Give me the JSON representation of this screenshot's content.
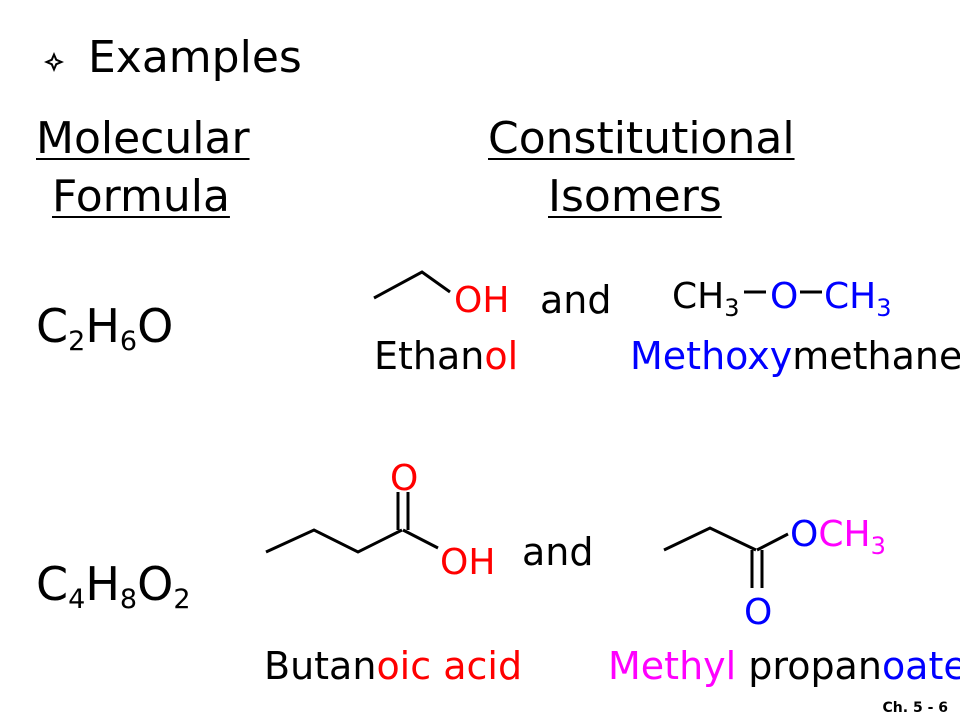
{
  "slide": {
    "title": "Examples",
    "bullet_icon": "diamond-flower-bullet",
    "headers": {
      "left_line1": "Molecular",
      "left_line2": "Formula",
      "right_line1": "Constitutional",
      "right_line2": "Isomers"
    },
    "rows": [
      {
        "formula": {
          "parts": [
            [
              "C",
              "2"
            ],
            [
              "H",
              "6"
            ],
            [
              "O",
              ""
            ]
          ]
        },
        "isomer1": {
          "group": "OH",
          "name_black": "Ethan",
          "name_colored": "ol"
        },
        "connector": "and",
        "isomer2": {
          "left": "CH",
          "left_sub": "3",
          "mid": "O",
          "right": "CH",
          "right_sub": "3",
          "name_colored": "Methoxy",
          "name_black": "methane"
        }
      },
      {
        "formula": {
          "parts": [
            [
              "C",
              "4"
            ],
            [
              "H",
              "8"
            ],
            [
              "O",
              "2"
            ]
          ]
        },
        "isomer1": {
          "carbonyl_o": "O",
          "group": "OH",
          "name_black": "Butan",
          "name_colored": "oic acid"
        },
        "connector": "and",
        "isomer2": {
          "carbonyl_o": "O",
          "group_o": "O",
          "group_ch": "CH",
          "group_sub": "3",
          "name_colored1": "Methyl",
          "name_black": " propan",
          "name_colored2": "oate"
        }
      }
    ],
    "footer": "Ch. 5 - 6",
    "colors": {
      "red": "#ff0000",
      "blue": "#0000ff",
      "magenta": "#ff00ff",
      "black": "#000000"
    }
  }
}
